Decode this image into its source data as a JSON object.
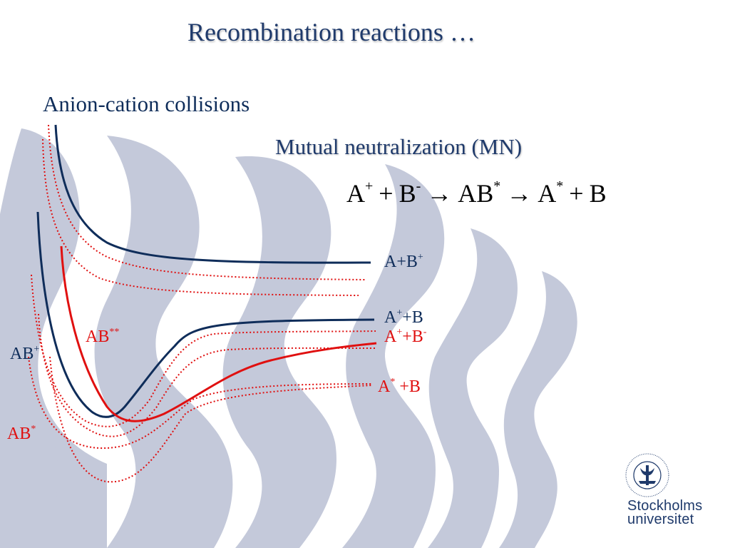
{
  "slide": {
    "title": "Recombination reactions …",
    "subtitle": "Anion-cation collisions",
    "mn_heading": "Mutual neutralization (MN)"
  },
  "equation": {
    "t1": "A",
    "s1": "+",
    "op1": "+",
    "t2": "B",
    "s2": "-",
    "arrow1": "→",
    "t3": "AB",
    "s3": "*",
    "arrow2": "→",
    "t4": "A",
    "s4": "*",
    "op2": "+",
    "t5": "B"
  },
  "curves": {
    "a_bplus": {
      "base": "A+B",
      "sup": "+"
    },
    "aplus_b": {
      "base": "A",
      "sup": "+",
      "rest": "+B"
    },
    "aplus_bminus": {
      "base": "A",
      "sup": "+",
      "mid": "+B",
      "sup2": "-"
    },
    "astar_b": {
      "base": "A",
      "sup": "*",
      "rest": " +B"
    },
    "ab_dstar": {
      "base": "AB",
      "sup": "**"
    },
    "ab_plus": {
      "base": "AB",
      "sup": "+"
    },
    "ab_star": {
      "base": "AB",
      "sup": "*"
    }
  },
  "logo": {
    "line1": "Stockholms",
    "line2": "universitet",
    "seal_text": "STOCKHOLMS UNIVERSITET"
  },
  "colors": {
    "navy": "#0f2d5a",
    "red": "#e01010",
    "flame": "#c4c9da"
  }
}
